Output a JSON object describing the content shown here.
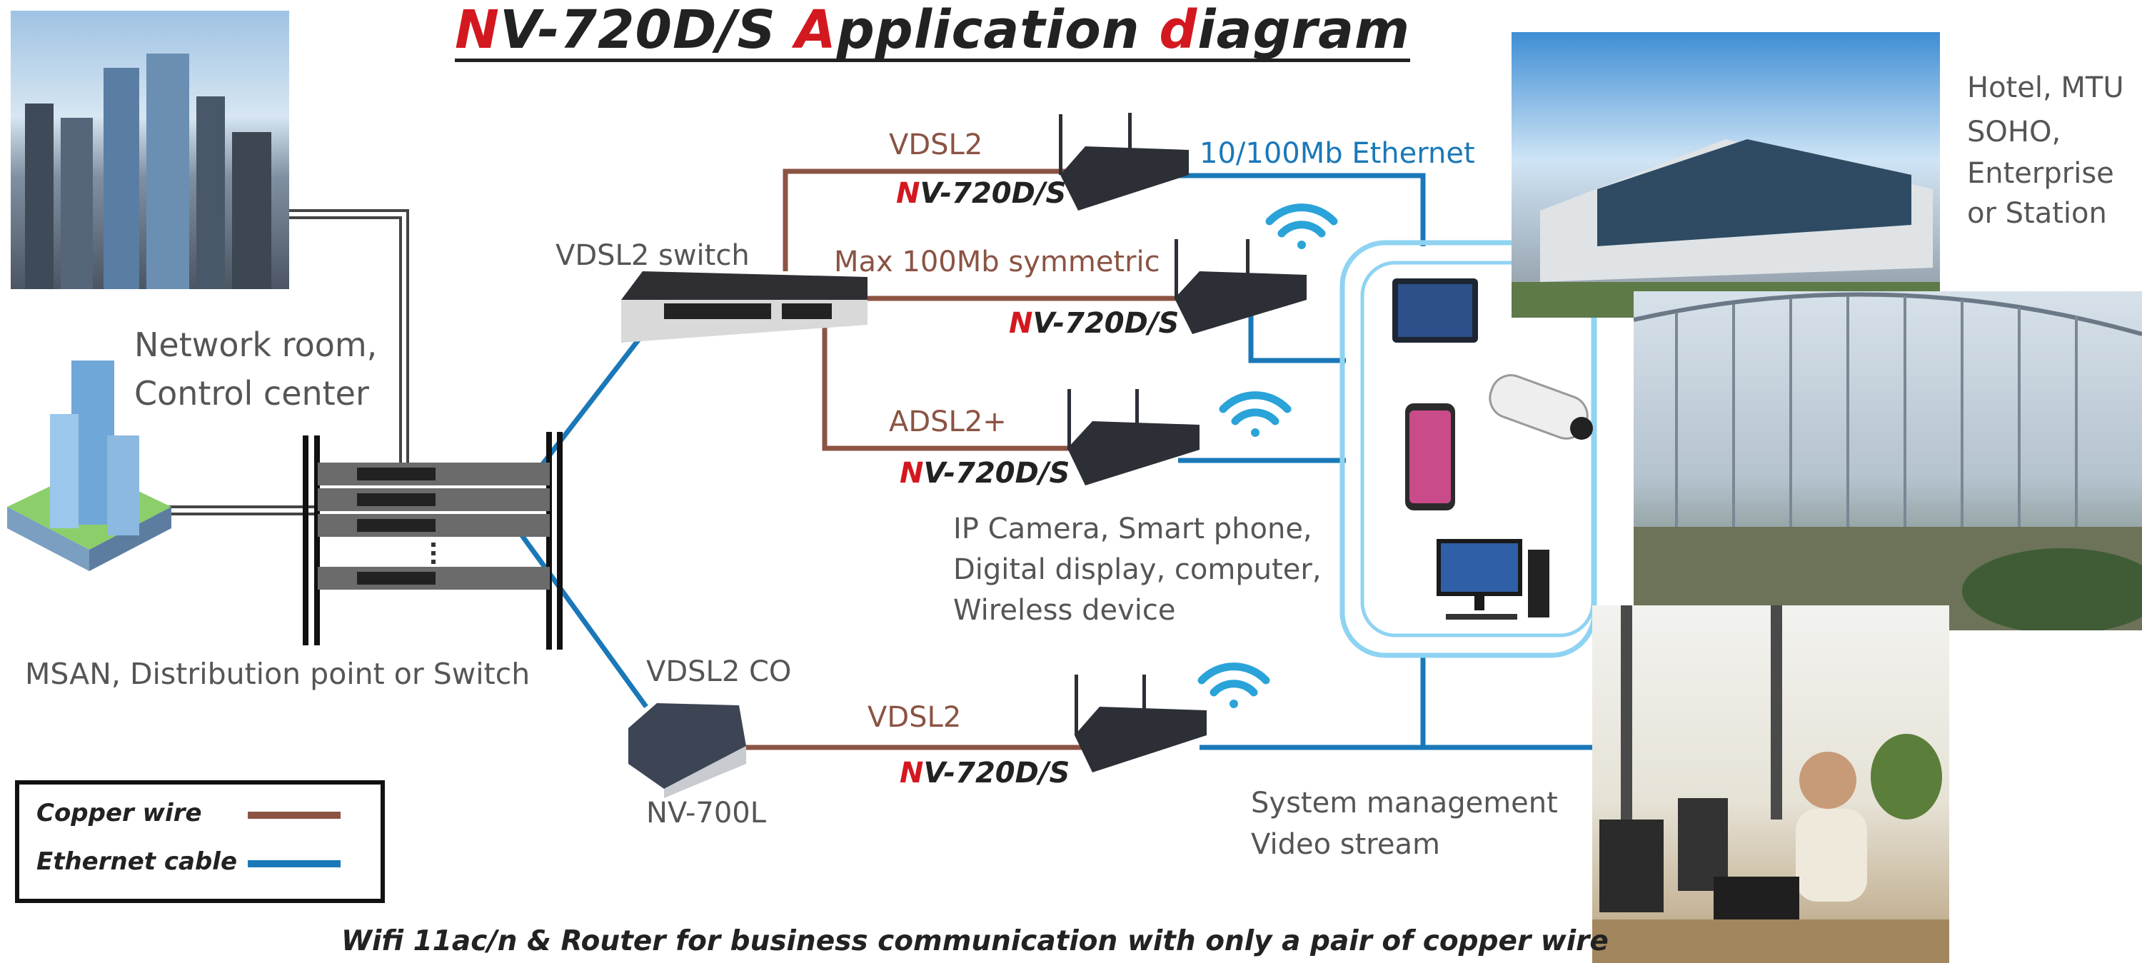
{
  "title": {
    "letter1": "N",
    "part1": "V-720D/S ",
    "letter2": "A",
    "part2": "pplication ",
    "letter3": "d",
    "part3": "iagram"
  },
  "labels": {
    "network_room": "Network room,",
    "control_center": "Control center",
    "msan": "MSAN, Distribution point or Switch",
    "vdsl2_switch": "VDSL2 switch",
    "vdsl2_co": "VDSL2 CO",
    "nv700l": "NV-700L",
    "link_vdsl2_top": "VDSL2",
    "link_max": "Max 100Mb symmetric",
    "link_adsl": "ADSL2+",
    "link_vdsl2_bottom": "VDSL2",
    "ethernet": "10/100Mb  Ethernet",
    "devices_line1": "IP Camera, Smart phone,",
    "devices_line2": "Digital display, computer,",
    "devices_line3": "Wireless device",
    "mgmt_line1": "System management",
    "mgmt_line2": "Video stream",
    "site_line1": "Hotel, MTU",
    "site_line2": "SOHO,",
    "site_line3": "Enterprise",
    "site_line4": "or Station"
  },
  "model": {
    "prefix": "N",
    "rest": "V-720D/S"
  },
  "legend": {
    "copper": "Copper wire",
    "ethernet": "Ethernet cable"
  },
  "footer": "Wifi 11ac/n & Router for business communication with only a pair of copper wire",
  "colors": {
    "copper": "#8b5343",
    "ethernet": "#1a78b8",
    "accent_red": "#d4181f",
    "device_frame": "#8fd3f2"
  },
  "icons": [
    "wifi-icon",
    "router-icon",
    "switch-icon",
    "tablet-icon",
    "smartphone-icon",
    "ip-camera-icon",
    "desktop-computer-icon",
    "building-icon"
  ]
}
